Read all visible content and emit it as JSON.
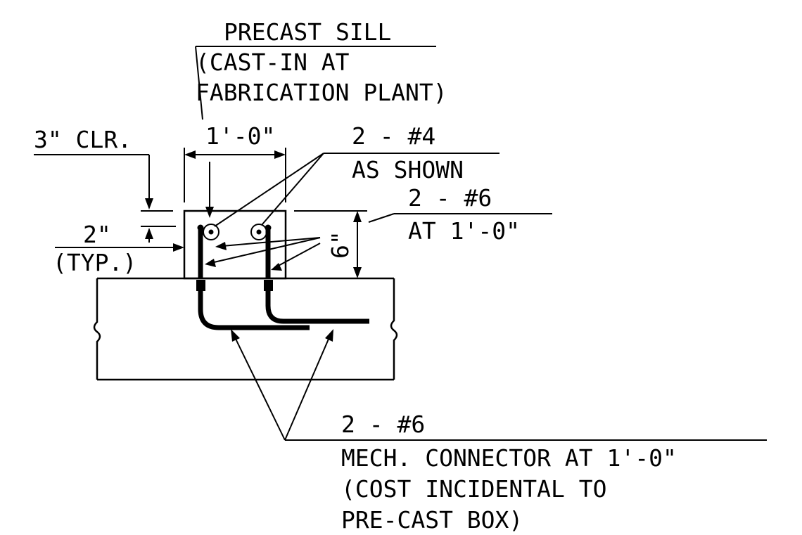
{
  "labels": {
    "precast_sill": [
      "PRECAST SILL",
      "(CAST-IN AT",
      "FABRICATION PLANT)"
    ],
    "clear_cover": "3\" CLR.",
    "sill_width": "1'-0\"",
    "top_bars": [
      "2 - #4",
      "AS SHOWN"
    ],
    "dowel_bars": [
      "2 - #6",
      "AT 1'-0\""
    ],
    "bar_cover": [
      "2\"",
      "(TYP.)"
    ],
    "sill_height": "6\"",
    "connector_bars": [
      "2 - #6",
      "MECH. CONNECTOR AT 1'-0\"",
      "(COST INCIDENTAL TO",
      "PRE-CAST BOX)"
    ]
  }
}
